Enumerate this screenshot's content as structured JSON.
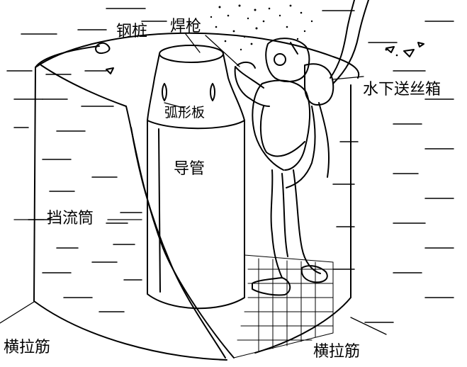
{
  "labels": {
    "steel_pile": "钢桩",
    "welding_torch": "焊枪",
    "wire_feed_box": "水下送丝箱",
    "arc_plate": "弧形板",
    "guide_pipe": "导管",
    "flow_cylinder": "挡流筒",
    "tie_bar_left": "横拉筋",
    "tie_bar_right": "横拉筋"
  },
  "colors": {
    "line": "#000000",
    "background": "#ffffff"
  }
}
